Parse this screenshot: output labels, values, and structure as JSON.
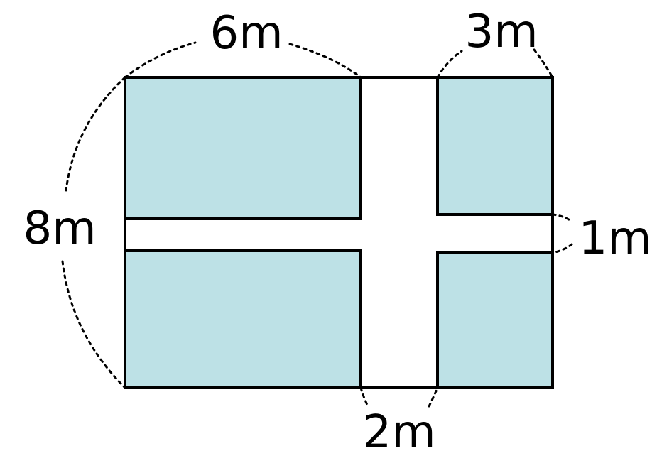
{
  "colors": {
    "plot_fill": "#bde1e6",
    "path_fill": "#ffffff",
    "line": "#000000"
  },
  "labels": {
    "left_plot_width": "6m",
    "right_plot_width": "3m",
    "total_height": "8m",
    "horizontal_path_width": "1m",
    "vertical_path_width": "2m"
  }
}
